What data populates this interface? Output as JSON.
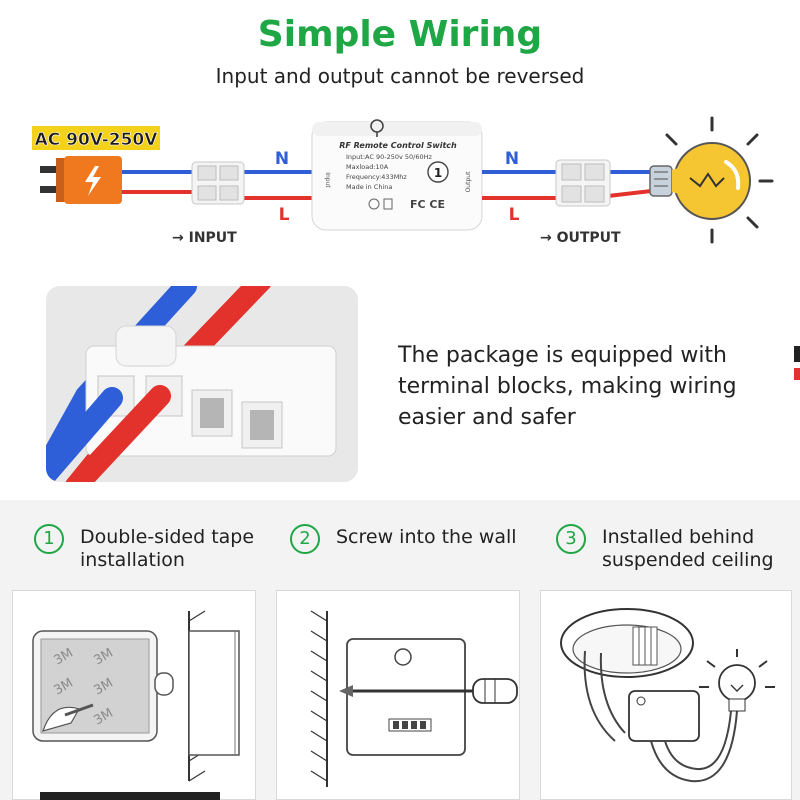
{
  "header": {
    "title": "Simple Wiring",
    "subtitle": "Input and output cannot be reversed"
  },
  "diagram": {
    "voltage_label": "AC 90V-250V",
    "input_n": "N",
    "input_l": "L",
    "output_n": "N",
    "output_l": "L",
    "input_label": "→ INPUT",
    "output_label": "→ OUTPUT",
    "device": {
      "name": "RF Remote Control Switch",
      "input": "Input:AC 90-250v 50/60Hz",
      "maxload": "Maxload:10A",
      "frequency": "Frequency:433Mhz",
      "made_in": "Made in China",
      "side_input": "Input",
      "side_output": "Output",
      "channel_number": "1",
      "cert": "FC CE"
    }
  },
  "package": {
    "text": "The package is equipped with terminal blocks, making wiring easier and safer"
  },
  "steps": [
    {
      "number": "1",
      "text": "Double-sided tape installation"
    },
    {
      "number": "2",
      "text": "Screw into the wall"
    },
    {
      "number": "3",
      "text": "Installed behind suspended ceiling"
    }
  ],
  "tape_label": "3M",
  "colors": {
    "green": "#1fa645",
    "blue_wire": "#2e5ed8",
    "red_wire": "#e3322b",
    "bulb": "#f6c532",
    "plug": "#f0781e"
  }
}
